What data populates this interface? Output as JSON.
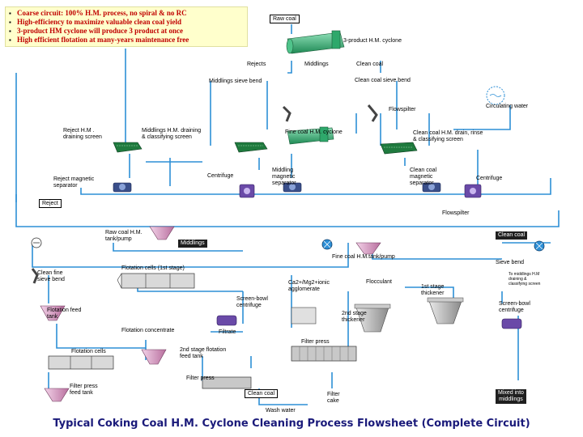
{
  "notes": [
    "Coarse circuit: 100% H.M. process, no spiral & no RC",
    "High-efficiency to maximize valuable clean coal yield",
    "3-product HM cyclone will produce 3 product at once",
    "High efficient flotation at many-years maintenance free"
  ],
  "labels": {
    "raw_coal": "Raw coal",
    "hm_cyclone_3": "3-product H.M. cyclone",
    "rejects": "Rejects",
    "middlings_top": "Middlings",
    "clean_coal_top": "Clean coal",
    "middlings_sieve_bend": "Middlings sieve bend",
    "clean_coal_sieve_bend": "Clean coal sieve bend",
    "flowspilter_top": "Flowspilter",
    "circulating_water": "Circulating water",
    "reject_draining": "Reject H.M .\ndraining screen",
    "middlings_draining": "Middlings H.M. draining\n& classifying screen",
    "fine_cyclone": "Fine coal H.M. cyclone",
    "clean_draining": "Clean coal H.M. drain, rinse\n& classifying screen",
    "reject_magnetic": "Reject magnetic\nseparator",
    "centrifuge_mid": "Centrifuge",
    "middling_magnetic": "Middling\nmagnetic\nseparator",
    "clean_magnetic": "Clean coal\nmagnetic\nseparator",
    "centrifuge_right": "Centrifuge",
    "flowspilter_right": "Flowspilter",
    "raw_tank": "Raw coal H.M.\ntank/pump",
    "fine_tank": "Fine coal H.M.tank/pump",
    "sieve_bend_right": "Sieve bend",
    "to_middlings": "To middlings H.M\ndraining &\nclassifying screen",
    "clean_fine_sieve": "Clean fine\nsieve bend",
    "flotation_cells_1": "Flotation cells (1st stage)",
    "ca_mg": "Ca2+/Mg2+ionic\nagglomerate",
    "flocculant": "Flocculant",
    "thickener_1": "1st stage\nthickener",
    "screen_bowl_left": "Screen-bowl\ncentrifuge",
    "screen_bowl_right": "Screen-bowl\ncentrifuge",
    "flotation_feed": "Flotation feed\ntank",
    "thickener_2": "2nd stage\nthickener",
    "flotation_concentrate": "Flotation concentrate",
    "filtrate": "Filtrate",
    "filter_press_mid": "Filter press",
    "flotation_cells_2": "Flotation cells",
    "feed_tank_2": "2nd stage flotation\nfeed tank",
    "filter_press_bottom": "Filter press",
    "filter_press_feed": "Filter press\nfeed tank",
    "filter_cake": "Filter\ncake",
    "wash_water": "Wash water"
  },
  "boxes": {
    "reject": "Reject",
    "middlings": "Middlings",
    "clean_coal_right": "Clean coal",
    "clean_coal_bottom": "Clean coal",
    "mixed_into_middlings": "Mixed into\nmiddlings"
  },
  "title": "Typical Coking Coal H.M. Cyclone Cleaning Process Flowsheet (Complete Circuit)",
  "colors": {
    "flow_line": "#2d8fd6",
    "bullet_text": "#c00000",
    "note_bg": "#ffffcc",
    "cyclone": "#2ea86b",
    "screen": "#1f7a3e",
    "separator": "#3a4f8a",
    "centrifuge": "#6a4aa8",
    "tank": "#d9a0c8",
    "title": "#1a1a7a"
  }
}
